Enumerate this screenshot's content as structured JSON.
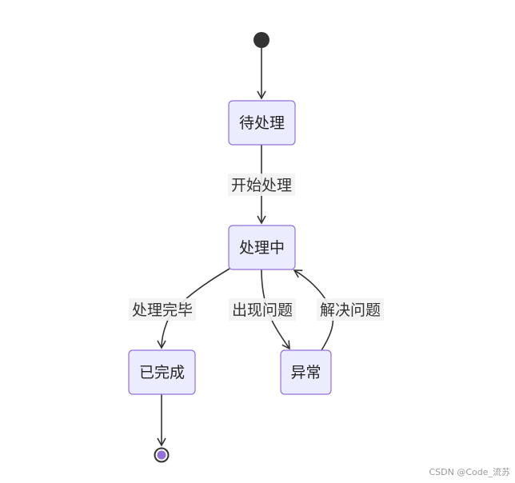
{
  "diagram": {
    "type": "state-diagram",
    "states": {
      "pending": "待处理",
      "processing": "处理中",
      "completed": "已完成",
      "exception": "异常"
    },
    "transitions": {
      "start_processing": "开始处理",
      "processing_done": "处理完毕",
      "issue_occurs": "出现问题",
      "issue_resolved": "解决问题"
    },
    "colors": {
      "state_fill": "#ececff",
      "state_stroke": "#9370db",
      "edge": "#333333",
      "start_node": "#333333",
      "end_inner": "#9370db"
    }
  },
  "watermark": "CSDN @Code_流苏"
}
